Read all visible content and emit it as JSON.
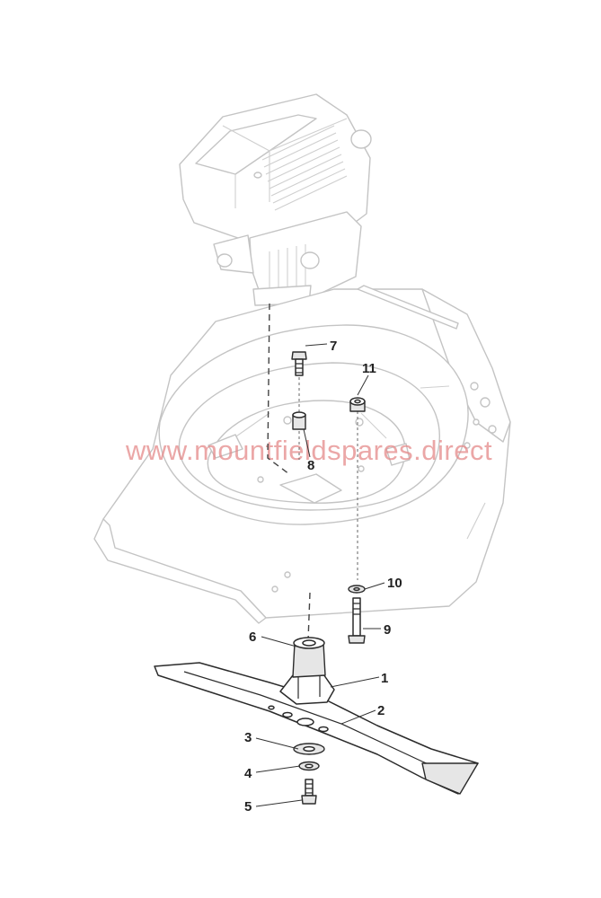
{
  "watermark": "www.mountfieldspares.direct",
  "callouts": [
    "1",
    "2",
    "3",
    "4",
    "5",
    "6",
    "7",
    "8",
    "9",
    "10",
    "11"
  ],
  "colors": {
    "line": "#2b2b2b",
    "ghost": "#c4c4c4",
    "watermark": "#e58a8a",
    "background": "#ffffff"
  }
}
